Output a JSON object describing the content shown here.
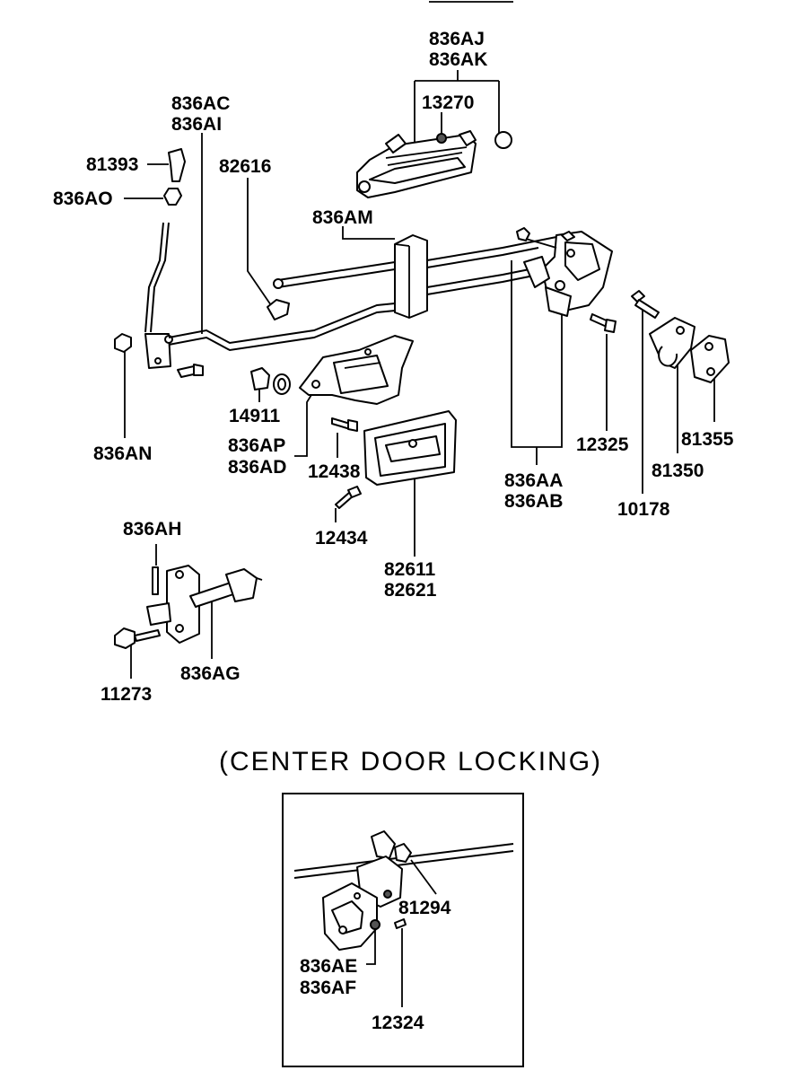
{
  "labels": {
    "l_836AJ": "836AJ",
    "l_836AK": "836AK",
    "l_13270": "13270",
    "l_836AC": "836AC",
    "l_836AI": "836AI",
    "l_81393": "81393",
    "l_82616": "82616",
    "l_836AO": "836AO",
    "l_836AM": "836AM",
    "l_14911": "14911",
    "l_836AN": "836AN",
    "l_836AP": "836AP",
    "l_836AD": "836AD",
    "l_12438": "12438",
    "l_12434": "12434",
    "l_82611": "82611",
    "l_82621": "82621",
    "l_836AA": "836AA",
    "l_836AB": "836AB",
    "l_12325": "12325",
    "l_81355": "81355",
    "l_81350": "81350",
    "l_10178": "10178",
    "l_836AH": "836AH",
    "l_836AG": "836AG",
    "l_11273": "11273",
    "l_81294": "81294",
    "l_836AE": "836AE",
    "l_836AF": "836AF",
    "l_12324": "12324"
  },
  "section_title": "(CENTER DOOR LOCKING)"
}
